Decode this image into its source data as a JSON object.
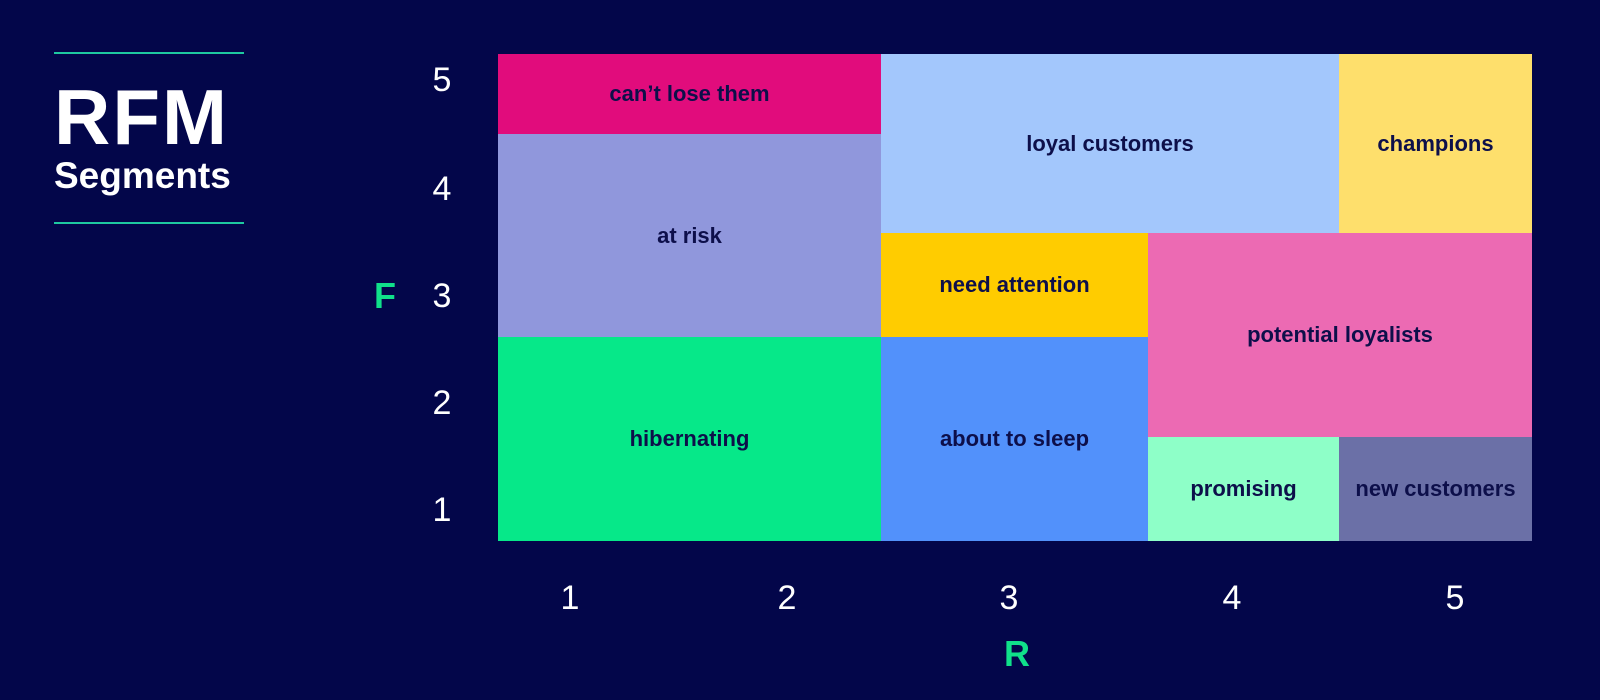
{
  "title": {
    "main": "RFM",
    "sub": "Segments"
  },
  "axes": {
    "x_label": "R",
    "y_label": "F",
    "x_ticks": [
      "1",
      "2",
      "3",
      "4",
      "5"
    ],
    "y_ticks": [
      "5",
      "4",
      "3",
      "2",
      "1"
    ]
  },
  "segments": [
    {
      "label": "can’t lose them",
      "r": [
        1,
        2
      ],
      "f": [
        5,
        5
      ],
      "color": "#e10c7c"
    },
    {
      "label": "loyal customers",
      "r": [
        3,
        4
      ],
      "f": [
        4,
        5
      ],
      "color": "#a3c7fc"
    },
    {
      "label": "champions",
      "r": [
        5,
        5
      ],
      "f": [
        4,
        5
      ],
      "color": "#fedf6c"
    },
    {
      "label": "at risk",
      "r": [
        1,
        2
      ],
      "f": [
        3,
        4
      ],
      "color": "#9097dc"
    },
    {
      "label": "need attention",
      "r": [
        3,
        3
      ],
      "f": [
        3,
        3
      ],
      "color": "#ffcc00"
    },
    {
      "label": "potential loyalists",
      "r": [
        4,
        5
      ],
      "f": [
        2,
        3
      ],
      "color": "#ec6ab3"
    },
    {
      "label": "hibernating",
      "r": [
        1,
        2
      ],
      "f": [
        1,
        2
      ],
      "color": "#06e889"
    },
    {
      "label": "about to sleep",
      "r": [
        3,
        3
      ],
      "f": [
        1,
        2
      ],
      "color": "#5291fb"
    },
    {
      "label": "promising",
      "r": [
        4,
        4
      ],
      "f": [
        1,
        1
      ],
      "color": "#8effc8"
    },
    {
      "label": "new customers",
      "r": [
        5,
        5
      ],
      "f": [
        1,
        1
      ],
      "color": "#6b70a7"
    }
  ],
  "colors": {
    "background": "#03064a",
    "accent": "#1ec8a0",
    "axis_label": "#10e08a"
  }
}
